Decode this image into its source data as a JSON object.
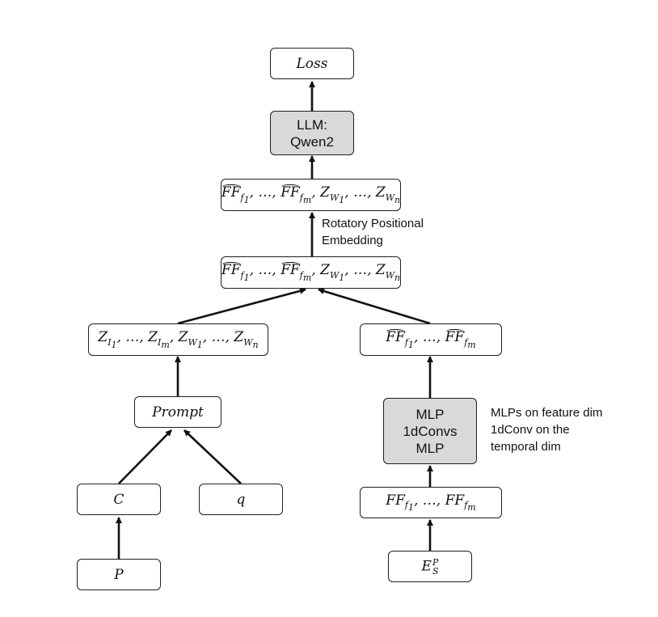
{
  "nodes": {
    "loss": "Loss",
    "llm_line1": "LLM:",
    "llm_line2": "Qwen2",
    "top_tokens": {
      "ff": "FF",
      "f": "f",
      "m": "m",
      "z": "Z",
      "w": "W",
      "one": "1",
      "n": "n",
      "ellipsis": "…"
    },
    "prompt": "Prompt",
    "c": "C",
    "q": "q",
    "p": "P",
    "mlp_line1": "MLP",
    "mlp_line2": "1dConvs",
    "mlp_line3": "MLP",
    "es_base": "E",
    "es_sub": "S",
    "es_sup": "P"
  },
  "notes": {
    "rope_line1": "Rotatory Positional",
    "rope_line2": "Embedding",
    "mlp_line1": "MLPs on feature dim",
    "mlp_line2": "1dConv on the",
    "mlp_line3": "temporal dim"
  },
  "colors": {
    "stroke": "#1f1f1f",
    "gray_fill": "#d9d9d9"
  }
}
